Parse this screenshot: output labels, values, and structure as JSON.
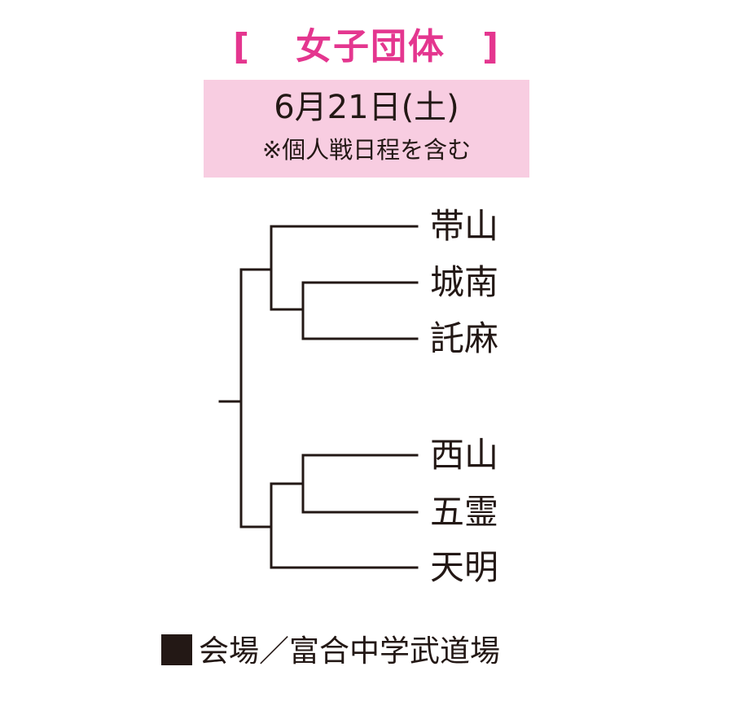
{
  "colors": {
    "accent": "#e4368f",
    "box_bg": "#f8cde1",
    "ink": "#231815"
  },
  "header": {
    "bracket_open": "[",
    "title": "女子団体",
    "bracket_close": "]"
  },
  "date_box": {
    "date": "6月21日(土)",
    "note": "※個人戦日程を含む"
  },
  "teams": [
    "帯山",
    "城南",
    "託麻",
    "西山",
    "五霊",
    "天明"
  ],
  "footer": {
    "square_icon": "black-square-icon",
    "venue": "会場／富合中学武道場"
  }
}
